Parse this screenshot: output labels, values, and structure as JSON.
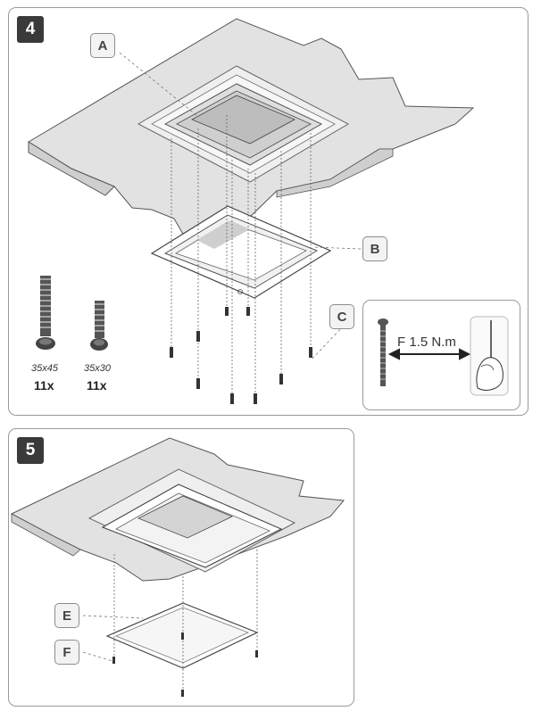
{
  "step4": {
    "number": "4",
    "callouts": {
      "a": "A",
      "b": "B",
      "c": "C"
    },
    "screw_long": {
      "size": "35x45",
      "count": "11x"
    },
    "screw_short": {
      "size": "35x30",
      "count": "11x"
    },
    "torque": "F 1.5 N.m"
  },
  "step5": {
    "number": "5",
    "callouts": {
      "e": "E",
      "f": "F"
    }
  },
  "colors": {
    "panel_border": "#9a9a9a",
    "step_badge": "#3a3a3a",
    "roof_fill": "#e2e2e2"
  },
  "icons": [
    "screw-icon",
    "hand-screwdriver-icon",
    "double-arrow-icon"
  ]
}
